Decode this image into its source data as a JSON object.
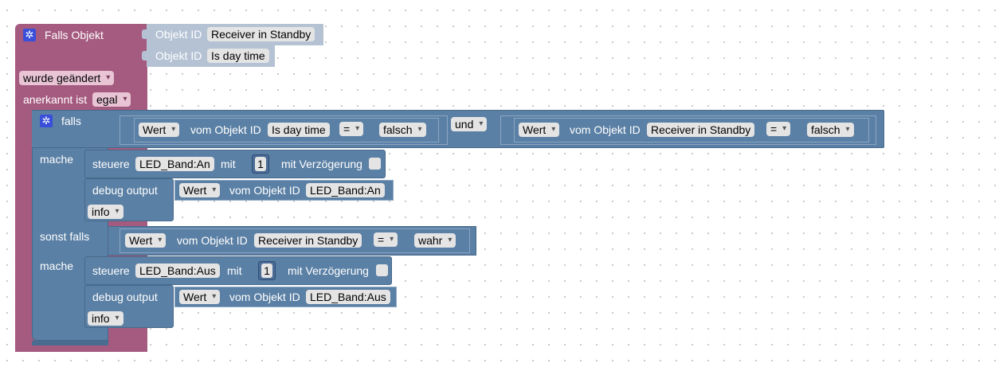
{
  "trigger": {
    "title": "Falls Objekt",
    "object_id_label": "Objekt ID",
    "object_ids": [
      "Receiver in Standby",
      "Is day time"
    ],
    "changed_select": "wurde geändert",
    "ack_label": "anerkannt ist",
    "ack_select": "egal"
  },
  "if_block": {
    "if_label": "falls",
    "cond1": {
      "value_select": "Wert",
      "of_object_label": "vom Objekt ID",
      "object_id": "Is day time",
      "operator": "=",
      "compare": "falsch"
    },
    "and_select": "und",
    "cond2": {
      "value_select": "Wert",
      "of_object_label": "vom Objekt ID",
      "object_id": "Receiver in Standby",
      "operator": "=",
      "compare": "falsch"
    },
    "do_label": "mache",
    "do1": {
      "control_label": "steuere",
      "target": "LED_Band:An",
      "with_label": "mit",
      "value": "1",
      "delay_label": "mit Verzögerung",
      "debug_label": "debug output",
      "debug_value_select": "Wert",
      "debug_of_object_label": "vom Objekt ID",
      "debug_object": "LED_Band:An",
      "level_select": "info"
    },
    "elseif_label": "sonst falls",
    "cond3": {
      "value_select": "Wert",
      "of_object_label": "vom Objekt ID",
      "object_id": "Receiver in Standby",
      "operator": "=",
      "compare": "wahr"
    },
    "do2_label": "mache",
    "do2": {
      "control_label": "steuere",
      "target": "LED_Band:Aus",
      "with_label": "mit",
      "value": "1",
      "delay_label": "mit Verzögerung",
      "debug_label": "debug output",
      "debug_value_select": "Wert",
      "debug_of_object_label": "vom Objekt ID",
      "debug_object": "LED_Band:Aus",
      "level_select": "info"
    }
  },
  "colors": {
    "trigger_block": "#a55b80",
    "logic_block": "#5b80a5",
    "object_id_block": "#b4c2d4",
    "field_bg": "#e4e4e4",
    "gear_icon": "#3a4fd9"
  }
}
